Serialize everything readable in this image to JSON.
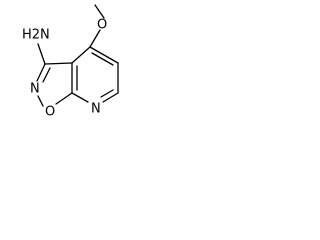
{
  "molecule": {
    "atoms": {
      "amine": "H2N",
      "methoxy_oxygen": "O",
      "isoxazole_nitrogen": "N",
      "ring_oxygen": "O",
      "pyridine_nitrogen": "N"
    }
  },
  "colors": {
    "bond": "#000000",
    "label": "#000000",
    "background": "#ffffff"
  }
}
